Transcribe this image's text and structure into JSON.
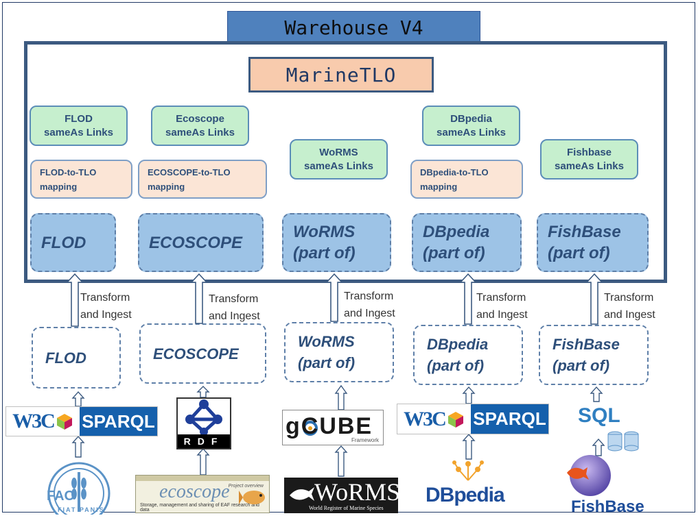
{
  "title": "Warehouse V4",
  "tlo": "MarineTLO",
  "same_as_links": [
    {
      "line1": "FLOD",
      "line2": "sameAs Links"
    },
    {
      "line1": "Ecoscope",
      "line2": "sameAs Links"
    },
    {
      "line1": "WoRMS",
      "line2": "sameAs Links"
    },
    {
      "line1": "DBpedia",
      "line2": "sameAs Links"
    },
    {
      "line1": "Fishbase",
      "line2": "sameAs Links"
    }
  ],
  "mappings": [
    {
      "line1": "FLOD-to-TLO",
      "line2": "mapping"
    },
    {
      "line1": "ECOSCOPE-to-TLO",
      "line2": "mapping"
    },
    {
      "line1": "DBpedia-to-TLO",
      "line2": "mapping"
    }
  ],
  "warehouse_sources": [
    {
      "line1": "FLOD",
      "line2": ""
    },
    {
      "line1": "ECOSCOPE",
      "line2": ""
    },
    {
      "line1": "WoRMS",
      "line2": "(part of)"
    },
    {
      "line1": "DBpedia",
      "line2": "(part of)"
    },
    {
      "line1": "FishBase",
      "line2": "(part of)"
    }
  ],
  "transform_label": {
    "line1": "Transform",
    "line2": "and Ingest"
  },
  "external_sources": [
    {
      "line1": "FLOD",
      "line2": ""
    },
    {
      "line1": "ECOSCOPE",
      "line2": ""
    },
    {
      "line1": "WoRMS",
      "line2": "(part of)"
    },
    {
      "line1": "DBpedia",
      "line2": "(part of)"
    },
    {
      "line1": "FishBase",
      "line2": "(part of)"
    }
  ],
  "logos": {
    "sparql_w3c": "W3C",
    "sparql": "SPARQL",
    "rdf": "RDF",
    "gcube": "gCUBE",
    "gcube_sub": "Framework",
    "sql": "SQL",
    "fao_top": "FAO",
    "fao_bottom": "FIAT PANIS",
    "ecoscope": "ecoscope",
    "ecoscope_tag": "Project overview",
    "ecoscope_sub": "Storage, management and sharing of EAF research and data",
    "worms": "WoRMS",
    "worms_sub": "World Register of Marine Species",
    "dbpedia": "DBpedia",
    "fishbase": "FishBase"
  },
  "colors": {
    "title_bg": "#4f81bd",
    "tlo_bg": "#f8cbad",
    "links_bg": "#c6efce",
    "mapping_bg": "#fbe5d6",
    "source_bg": "#9dc3e6",
    "border": "#3c5a80"
  }
}
